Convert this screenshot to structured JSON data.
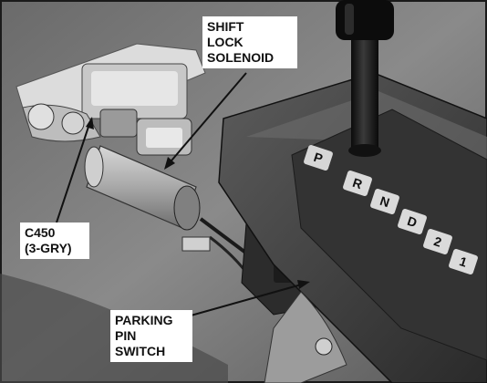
{
  "callouts": {
    "shift_lock": {
      "lines": [
        "SHIFT",
        "LOCK",
        "SOLENOID"
      ]
    },
    "c450": {
      "lines": [
        "C450",
        "(3-GRY)"
      ]
    },
    "parking_pin": {
      "lines": [
        "PARKING",
        "PIN",
        "SWITCH"
      ]
    }
  },
  "shifter": {
    "gears": [
      "P",
      "R",
      "N",
      "D",
      "2",
      "1"
    ]
  },
  "colors": {
    "line_art": "#111111",
    "label_background": "#ffffff"
  }
}
